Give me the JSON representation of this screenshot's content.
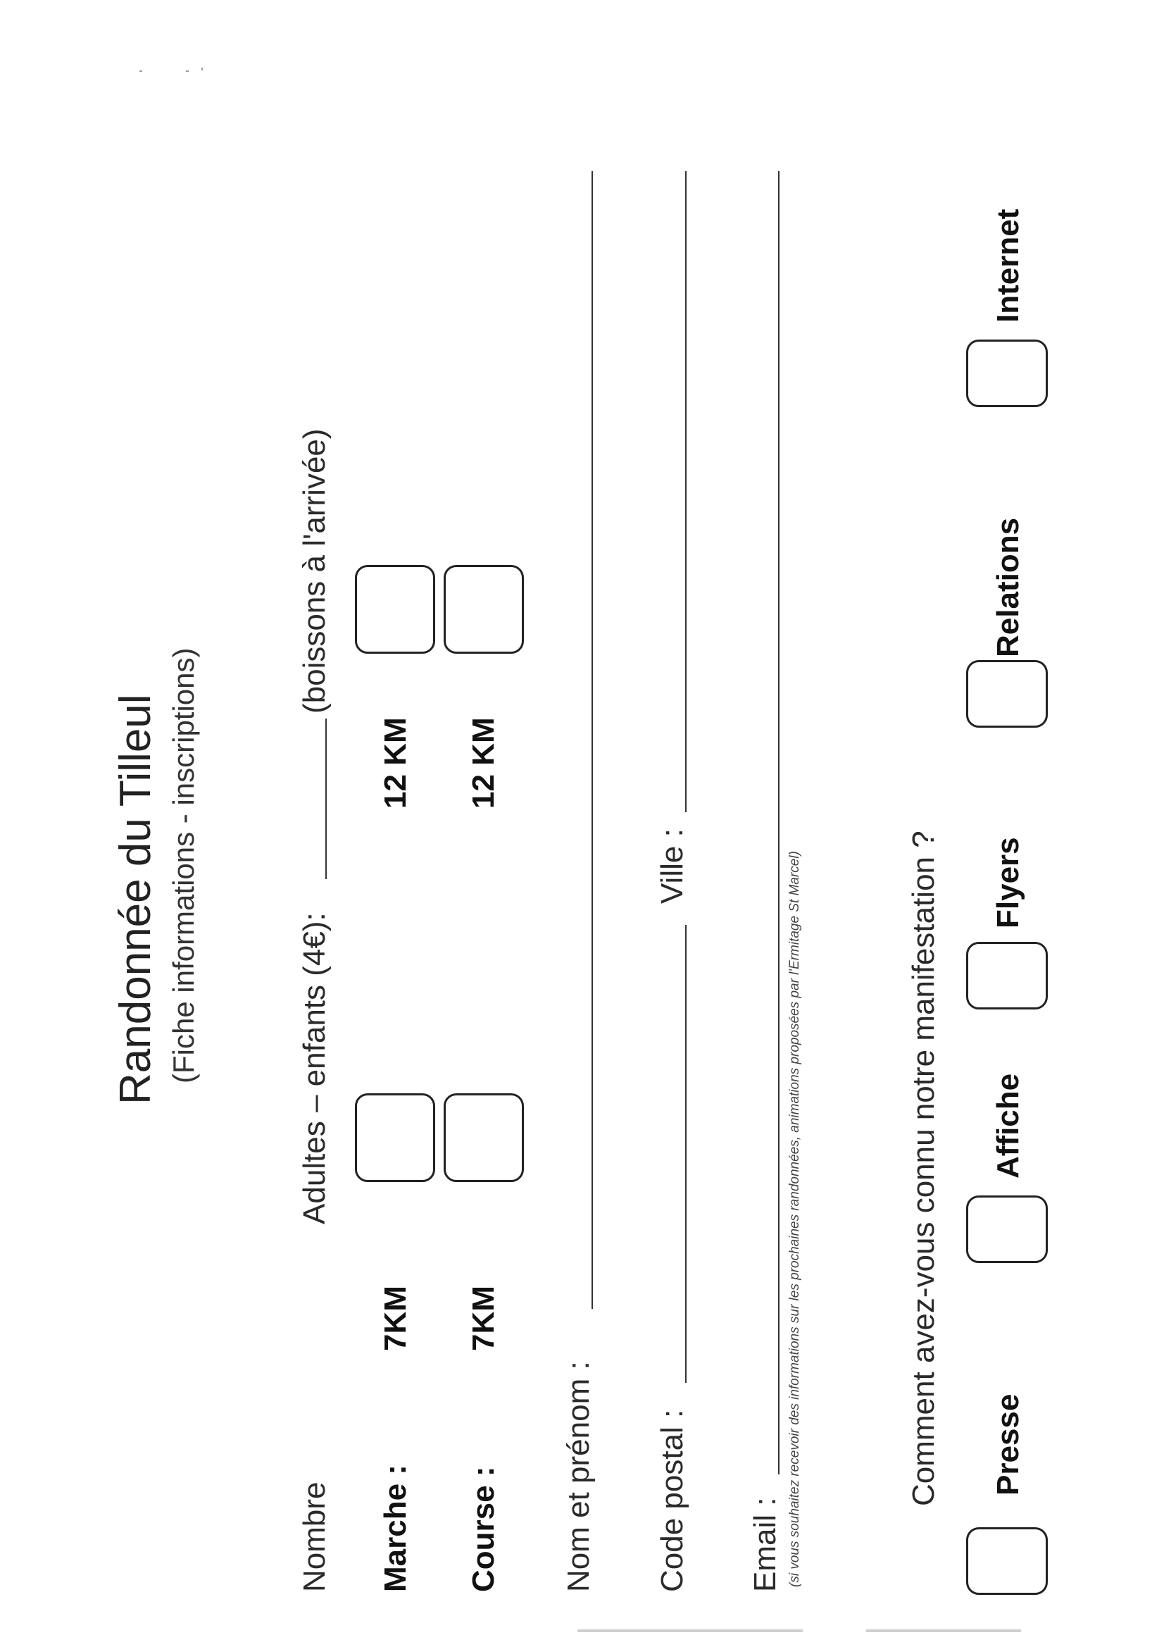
{
  "header": {
    "title": "Randonnée du Tilleul",
    "subtitle": "(Fiche informations - inscriptions)"
  },
  "counts": {
    "nombre_label": "Nombre",
    "adultes_label": "Adultes – enfants  (4€):",
    "boissons_note": "(boissons à l'arrivée)",
    "marche_label": "Marche :",
    "course_label": "Course  :",
    "km7_label": "7KM",
    "km12_label": "12 KM"
  },
  "identity": {
    "nom_label": "Nom et prénom :",
    "code_postal_label": "Code postal :",
    "ville_label": "Ville :",
    "email_label": "Email :",
    "email_note": "(si vous souhaitez recevoir des informations sur les prochaines randonnées, animations proposées par l'Ermitage St Marcel)"
  },
  "survey": {
    "question": "Comment avez-vous connu notre manifestation ?",
    "options": [
      "Presse",
      "Affiche",
      "Flyers",
      "Relations",
      "Internet"
    ]
  },
  "colors": {
    "ink": "#1a1a1a",
    "paper": "#ffffff"
  }
}
